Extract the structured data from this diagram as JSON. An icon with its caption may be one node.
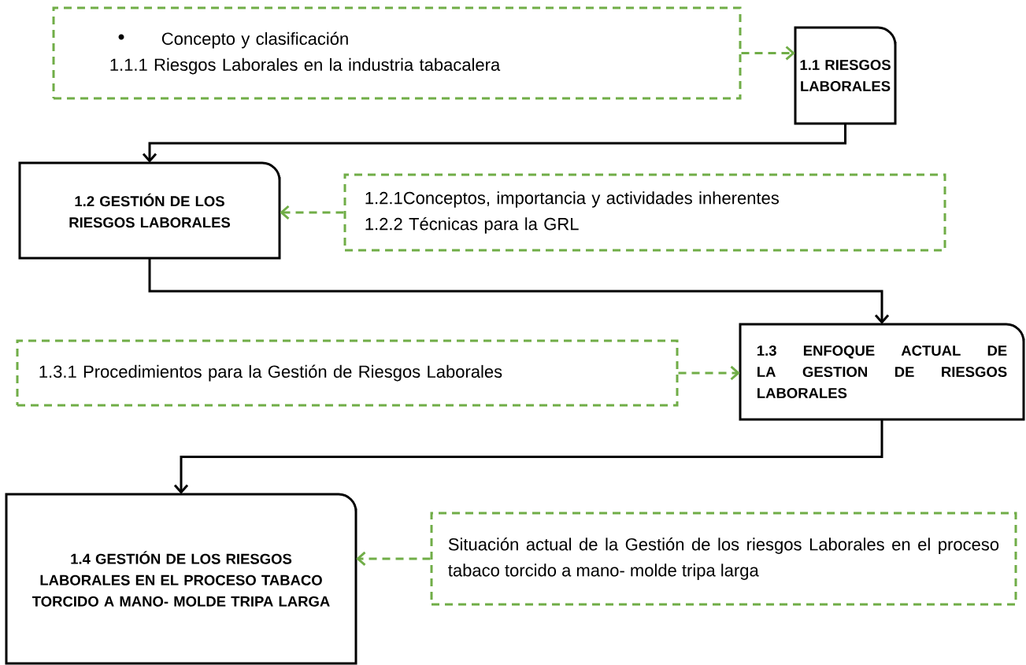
{
  "diagram": {
    "nodes": [
      {
        "text": [
          "Concepto y clasificación",
          "1.1.1 Riesgos Laborales en la industria tabacalera"
        ]
      },
      {
        "text": [
          "1.1 RIESGOS LABORALES"
        ]
      },
      {
        "text": [
          "1.2 GESTIÓN DE LOS RIESGOS LABORALES"
        ]
      },
      {
        "text": [
          "1.2.1Conceptos, importancia y actividades inherentes",
          "1.2.2 Técnicas para la GRL"
        ]
      },
      {
        "text": [
          "1.3.1 Procedimientos para la Gestión de Riesgos Laborales"
        ]
      },
      {
        "text": [
          "1.3 ENFOQUE ACTUAL DE LA GESTION DE RIESGOS LABORALES"
        ]
      },
      {
        "text": [
          "1.4 GESTIÓN DE LOS RIESGOS LABORALES EN EL PROCESO TABACO TORCIDO A MANO- MOLDE TRIPA LARGA"
        ]
      },
      {
        "text": [
          "Situación actual de la Gestión de los riesgos Laborales en el proceso tabaco torcido a mano- molde tripa larga"
        ]
      }
    ],
    "edges": [
      {
        "from": 0,
        "to": 1,
        "arrow": "to",
        "style": "dashed",
        "color": "#70ad47"
      },
      {
        "from": 1,
        "to": 2,
        "arrow": "to",
        "color": "#000000"
      },
      {
        "from": 3,
        "to": 2,
        "arrow": "to",
        "style": "dashed",
        "color": "#70ad47"
      },
      {
        "from": 2,
        "to": 5,
        "arrow": "to",
        "color": "#000000"
      },
      {
        "from": 4,
        "to": 5,
        "arrow": "to",
        "style": "dashed",
        "color": "#70ad47"
      },
      {
        "from": 5,
        "to": 6,
        "arrow": "to",
        "color": "#000000"
      },
      {
        "from": 7,
        "to": 6,
        "arrow": "to",
        "style": "dashed",
        "color": "#70ad47"
      }
    ]
  }
}
